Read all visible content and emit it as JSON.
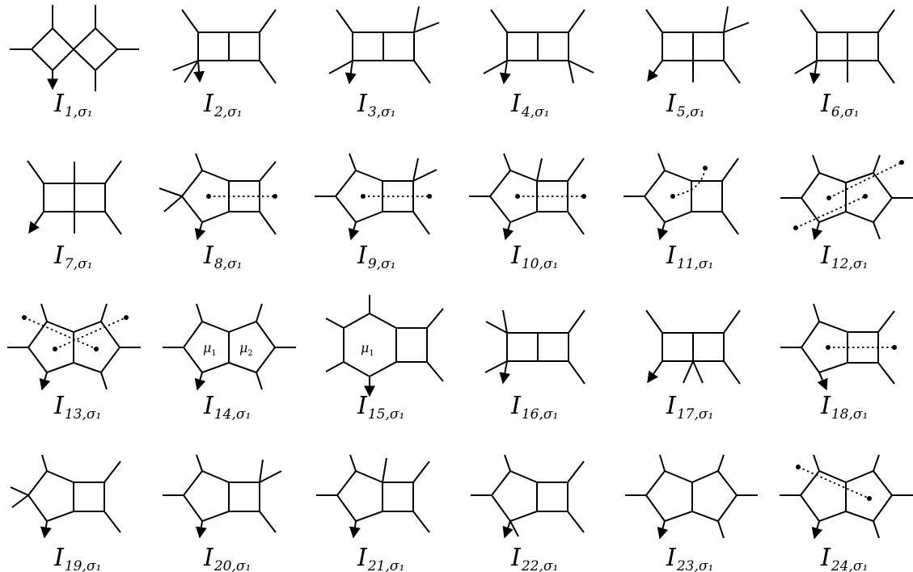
{
  "figure": {
    "diagrams": [
      {
        "id": "I1",
        "label": {
          "main": "I",
          "sub": "1,σ₁"
        }
      },
      {
        "id": "I2",
        "label": {
          "main": "I",
          "sub": "2,σ₁"
        }
      },
      {
        "id": "I3",
        "label": {
          "main": "I",
          "sub": "3,σ₁"
        }
      },
      {
        "id": "I4",
        "label": {
          "main": "I",
          "sub": "4,σ₁"
        }
      },
      {
        "id": "I5",
        "label": {
          "main": "I",
          "sub": "5,σ₁"
        }
      },
      {
        "id": "I6",
        "label": {
          "main": "I",
          "sub": "6,σ₁"
        }
      },
      {
        "id": "I7",
        "label": {
          "main": "I",
          "sub": "7,σ₁"
        }
      },
      {
        "id": "I8",
        "label": {
          "main": "I",
          "sub": "8,σ₁"
        }
      },
      {
        "id": "I9",
        "label": {
          "main": "I",
          "sub": "9,σ₁"
        }
      },
      {
        "id": "I10",
        "label": {
          "main": "I",
          "sub": "10,σ₁"
        }
      },
      {
        "id": "I11",
        "label": {
          "main": "I",
          "sub": "11,σ₁"
        }
      },
      {
        "id": "I12",
        "label": {
          "main": "I",
          "sub": "12,σ₁"
        }
      },
      {
        "id": "I13",
        "label": {
          "main": "I",
          "sub": "13,σ₁"
        }
      },
      {
        "id": "I14",
        "label": {
          "main": "I",
          "sub": "14,σ₁"
        },
        "loop_labels": [
          {
            "main": "μ",
            "sub": "1"
          },
          {
            "main": "μ",
            "sub": "2"
          }
        ]
      },
      {
        "id": "I15",
        "label": {
          "main": "I",
          "sub": "15,σ₁"
        },
        "loop_labels": [
          {
            "main": "μ",
            "sub": "1"
          }
        ]
      },
      {
        "id": "I16",
        "label": {
          "main": "I",
          "sub": "16,σ₁"
        }
      },
      {
        "id": "I17",
        "label": {
          "main": "I",
          "sub": "17,σ₁"
        }
      },
      {
        "id": "I18",
        "label": {
          "main": "I",
          "sub": "18,σ₁"
        }
      },
      {
        "id": "I19",
        "label": {
          "main": "I",
          "sub": "19,σ₁"
        }
      },
      {
        "id": "I20",
        "label": {
          "main": "I",
          "sub": "20,σ₁"
        }
      },
      {
        "id": "I21",
        "label": {
          "main": "I",
          "sub": "21,σ₁"
        }
      },
      {
        "id": "I22",
        "label": {
          "main": "I",
          "sub": "22,σ₁"
        }
      },
      {
        "id": "I23",
        "label": {
          "main": "I",
          "sub": "23,σ₁"
        }
      },
      {
        "id": "I24",
        "label": {
          "main": "I",
          "sub": "24,σ₁"
        }
      }
    ]
  }
}
